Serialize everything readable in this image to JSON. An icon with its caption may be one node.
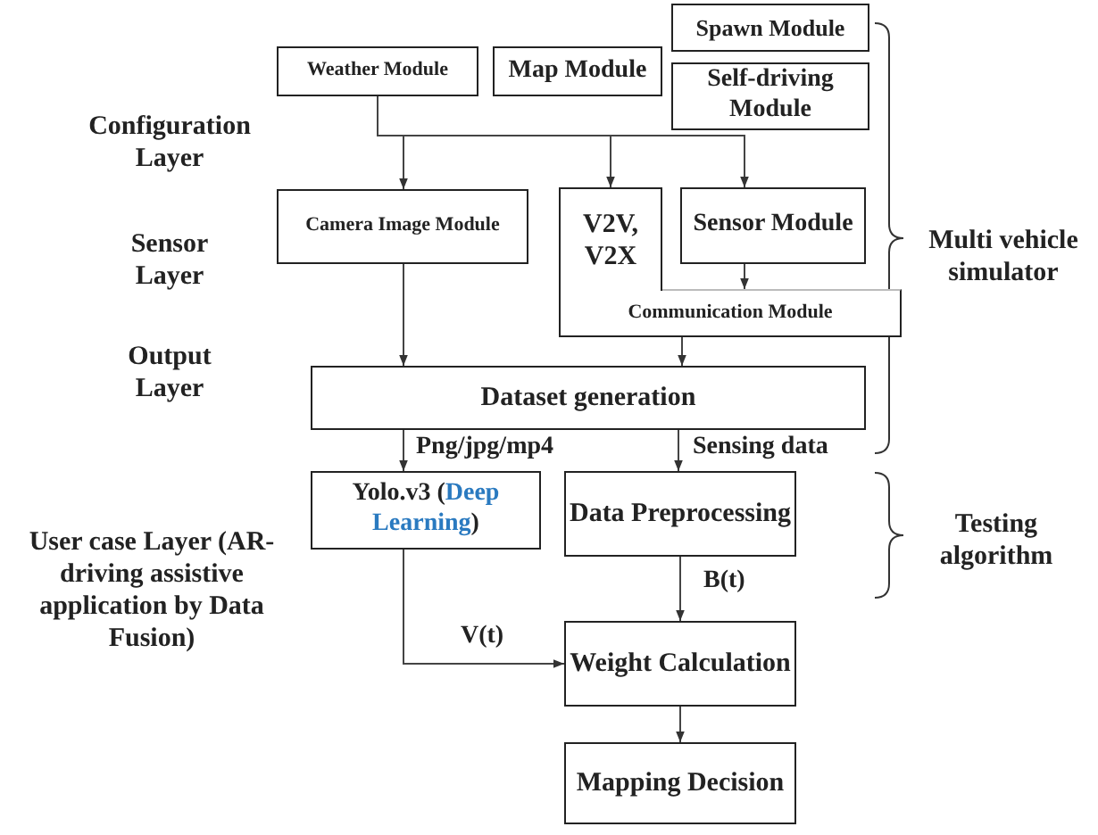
{
  "diagram": {
    "nodes": [
      {
        "text": [
          "Weather Module"
        ]
      },
      {
        "text": [
          "Map Module"
        ]
      },
      {
        "text": [
          "Spawn Module"
        ]
      },
      {
        "text": [
          "Self-driving Module"
        ]
      },
      {
        "text": [
          "Camera Image Module"
        ]
      },
      {
        "text": [
          "V2V, V2X"
        ]
      },
      {
        "text": [
          "Sensor Module"
        ]
      },
      {
        "text": [
          "Communication Module"
        ]
      },
      {
        "text": [
          "Dataset generation"
        ]
      },
      {
        "text": [
          "Yolo.v3 (*Deep Learning*)"
        ]
      },
      {
        "text": [
          "Data Preprocessing"
        ]
      },
      {
        "text": [
          "Weight Calculation"
        ]
      },
      {
        "text": [
          "Mapping Decision"
        ]
      }
    ],
    "edges": [
      {
        "from": 0,
        "to": 4,
        "arrow": "to"
      },
      {
        "from": 0,
        "to": 5,
        "arrow": "to"
      },
      {
        "from": 0,
        "to": 6,
        "arrow": "to"
      },
      {
        "from": 6,
        "to": 7,
        "arrow": "to"
      },
      {
        "from": 4,
        "to": 8,
        "arrow": "to"
      },
      {
        "from": 7,
        "to": 8,
        "arrow": "to"
      },
      {
        "from": 8,
        "to": 9,
        "arrow": "to",
        "label": "Png/jpg/mp4"
      },
      {
        "from": 8,
        "to": 10,
        "arrow": "to",
        "label": "Sensing data"
      },
      {
        "from": 10,
        "to": 11,
        "arrow": "to",
        "label": "B(t)"
      },
      {
        "from": 9,
        "to": 11,
        "arrow": "to",
        "label": "V(t)"
      },
      {
        "from": 11,
        "to": 12,
        "arrow": "to"
      }
    ],
    "labels": [
      "Configuration Layer",
      "Sensor Layer",
      "Output Layer",
      "User case Layer (AR-driving assistive application by Data Fusion)",
      "Multi vehicle simulator",
      "Testing algorithm"
    ]
  }
}
